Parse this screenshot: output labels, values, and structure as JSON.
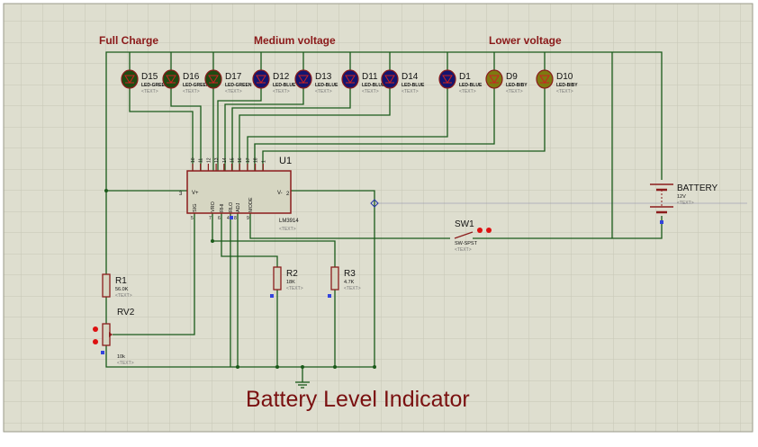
{
  "title": "Battery Level Indicator",
  "section_labels": {
    "full": "Full Charge",
    "medium": "Medium voltage",
    "lower": "Lower voltage"
  },
  "leds": [
    {
      "ref": "D15",
      "type": "LED-GREEN",
      "text": "<TEXT>",
      "color": "#1f4a12"
    },
    {
      "ref": "D16",
      "type": "LED-GREEN",
      "text": "<TEXT>",
      "color": "#1f4a12"
    },
    {
      "ref": "D17",
      "type": "LED-GREEN",
      "text": "<TEXT>",
      "color": "#1f4a12"
    },
    {
      "ref": "D12",
      "type": "LED-BLUE",
      "text": "<TEXT>",
      "color": "#14146e"
    },
    {
      "ref": "D13",
      "type": "LED-BLUE",
      "text": "<TEXT>",
      "color": "#14146e"
    },
    {
      "ref": "D11",
      "type": "LED-BLUE",
      "text": "<TEXT>",
      "color": "#14146e"
    },
    {
      "ref": "D14",
      "type": "LED-BLUE",
      "text": "<TEXT>",
      "color": "#14146e"
    },
    {
      "ref": "D1",
      "type": "LED-BLUE",
      "text": "<TEXT>",
      "color": "#14146e"
    },
    {
      "ref": "D9",
      "type": "LED-BIBY",
      "text": "<TEXT>",
      "color": "#7d7a10"
    },
    {
      "ref": "D10",
      "type": "LED-BIBY",
      "text": "<TEXT>",
      "color": "#7d7a10"
    }
  ],
  "u1": {
    "ref": "U1",
    "part": "LM3914",
    "text": "<TEXT>",
    "pins_top": [
      "10",
      "11",
      "12",
      "13",
      "14",
      "15",
      "16",
      "17",
      "18",
      "1"
    ],
    "pins_bottom": [
      "5",
      "7",
      "6",
      "4",
      "8",
      "9"
    ],
    "pin_names_bottom": [
      "SIG",
      "VRO",
      "RHI",
      "RLO",
      "ADJ",
      "MODE"
    ],
    "vplus": "V+",
    "vminus": "V-",
    "vplus_pin": "3",
    "vminus_pin": "2"
  },
  "r1": {
    "ref": "R1",
    "value": "56.0K",
    "text": "<TEXT>"
  },
  "r2": {
    "ref": "R2",
    "value": "18K",
    "text": "<TEXT>"
  },
  "r3": {
    "ref": "R3",
    "value": "4.7K",
    "text": "<TEXT>"
  },
  "rv2": {
    "ref": "RV2",
    "value": "10k",
    "text": "<TEXT>"
  },
  "sw1": {
    "ref": "SW1",
    "part": "SW-SPST",
    "text": "<TEXT>"
  },
  "battery": {
    "ref": "BATTERY",
    "value": "12V",
    "text": "<TEXT>"
  },
  "colors": {
    "wire": "#1a5a1a",
    "body": "#8b1c1c",
    "background": "#dcdccc",
    "grid": "#c8c8b8",
    "title": "#7a1010"
  }
}
